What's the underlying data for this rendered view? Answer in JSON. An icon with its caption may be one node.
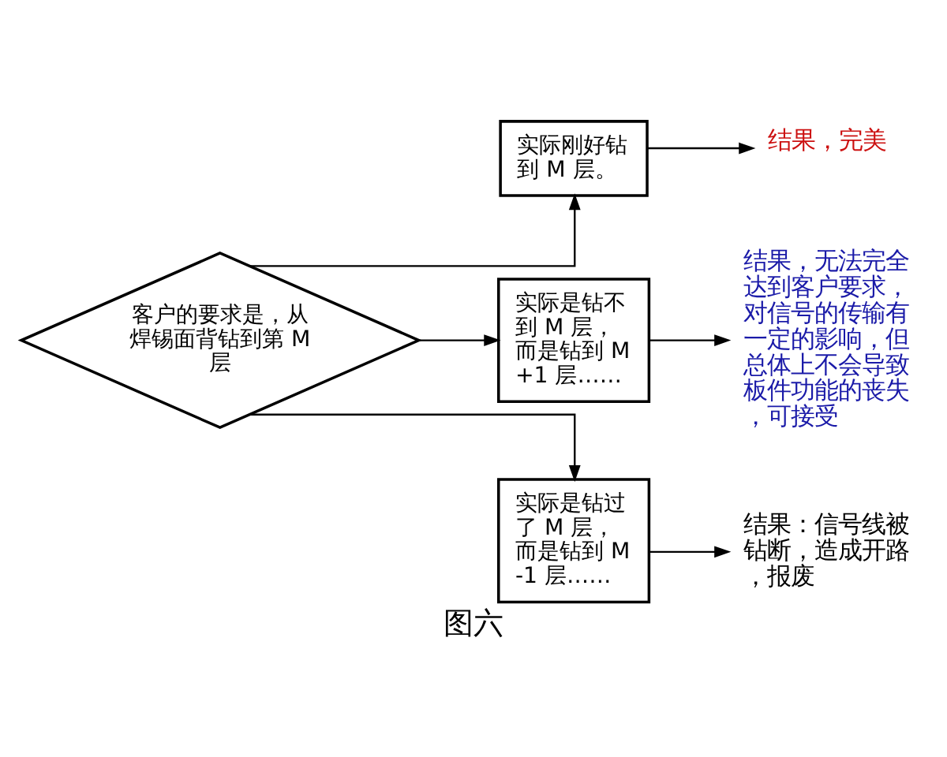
{
  "diagram": {
    "caption": "图六",
    "nodes": [
      {
        "text": [
          "客户的要求是，从焊锡面背钻到第 M 层"
        ]
      },
      {
        "text": [
          "实际刚好钻到 M 层。"
        ]
      },
      {
        "text": [
          "实际是钻不到 M 层，而是钻到 M+1 层……"
        ]
      },
      {
        "text": [
          "实际是钻过了 M 层，而是钻到 M-1 层……"
        ]
      },
      {
        "text": [
          "结果，完美"
        ]
      },
      {
        "text": [
          "结果，无法完全达到客户要求，对信号的传输有一定的影响，但总体上不会导致板件功能的丧失，可接受"
        ]
      },
      {
        "text": [
          "结果：信号线被钻断，造成开路，报废"
        ]
      }
    ],
    "edges": [
      {
        "from": 0,
        "to": 1,
        "arrow": "to"
      },
      {
        "from": 0,
        "to": 2,
        "arrow": "to"
      },
      {
        "from": 0,
        "to": 3,
        "arrow": "to"
      },
      {
        "from": 1,
        "to": 4,
        "arrow": "to"
      },
      {
        "from": 2,
        "to": 5,
        "arrow": "to"
      },
      {
        "from": 3,
        "to": 6,
        "arrow": "to"
      }
    ]
  }
}
